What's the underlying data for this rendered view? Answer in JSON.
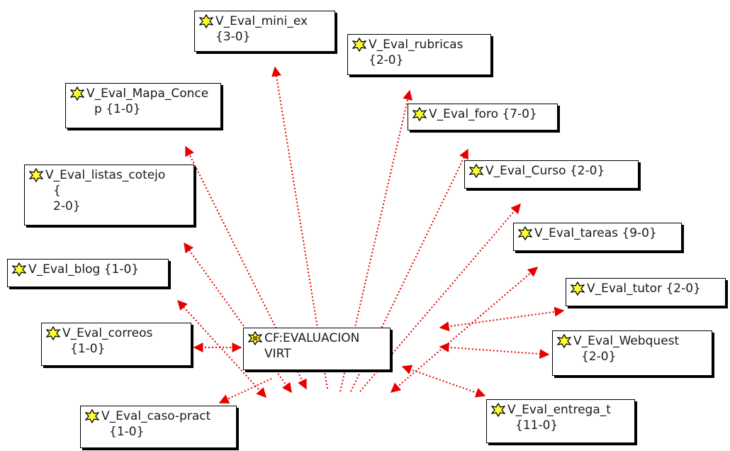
{
  "diagram": {
    "center": {
      "id": "center",
      "line1": "CF:EVALUACION",
      "line2": "VIRT",
      "icon": "cf-node-icon"
    },
    "nodes": [
      {
        "id": "mini_ex",
        "line1": "V_Eval_mini_ex",
        "line2": "{3-0}",
        "icon": "view-node-icon"
      },
      {
        "id": "rubricas",
        "line1": "V_Eval_rubricas",
        "line2": "{2-0}",
        "icon": "view-node-icon"
      },
      {
        "id": "mapa",
        "line1": "V_Eval_Mapa_Conce",
        "line2": "p {1-0}",
        "icon": "view-node-icon"
      },
      {
        "id": "foro",
        "line1": "V_Eval_foro {7-0}",
        "line2": "",
        "icon": "view-node-icon"
      },
      {
        "id": "curso",
        "line1": "V_Eval_Curso {2-0}",
        "line2": "",
        "icon": "view-node-icon"
      },
      {
        "id": "listas",
        "line1": "V_Eval_listas_cotejo",
        "line2": "{\n2-0}",
        "icon": "view-node-icon"
      },
      {
        "id": "tareas",
        "line1": "V_Eval_tareas {9-0}",
        "line2": "",
        "icon": "view-node-icon"
      },
      {
        "id": "blog",
        "line1": "V_Eval_blog {1-0}",
        "line2": "",
        "icon": "view-node-icon"
      },
      {
        "id": "tutor",
        "line1": "V_Eval_tutor {2-0}",
        "line2": "",
        "icon": "view-node-icon"
      },
      {
        "id": "correos",
        "line1": "V_Eval_correos",
        "line2": "{1-0}",
        "icon": "view-node-icon"
      },
      {
        "id": "webquest",
        "line1": "V_Eval_Webquest",
        "line2": "{2-0}",
        "icon": "view-node-icon"
      },
      {
        "id": "caso",
        "line1": "V_Eval_caso-pract",
        "line2": "{1-0}",
        "icon": "view-node-icon"
      },
      {
        "id": "entrega",
        "line1": "V_Eval_entrega_t",
        "line2": "{11-0}",
        "icon": "view-node-icon"
      }
    ],
    "links": [
      {
        "from": "center",
        "to": "mini_ex",
        "style": "dotted",
        "arrows": "single"
      },
      {
        "from": "center",
        "to": "rubricas",
        "style": "dotted",
        "arrows": "single"
      },
      {
        "from": "center",
        "to": "mapa",
        "style": "dotted",
        "arrows": "double"
      },
      {
        "from": "center",
        "to": "foro",
        "style": "dotted",
        "arrows": "single"
      },
      {
        "from": "center",
        "to": "curso",
        "style": "dotted",
        "arrows": "single"
      },
      {
        "from": "center",
        "to": "listas",
        "style": "dotted",
        "arrows": "double"
      },
      {
        "from": "center",
        "to": "tareas",
        "style": "dotted",
        "arrows": "double"
      },
      {
        "from": "center",
        "to": "blog",
        "style": "dotted",
        "arrows": "double"
      },
      {
        "from": "center",
        "to": "tutor",
        "style": "dotted",
        "arrows": "double"
      },
      {
        "from": "center",
        "to": "correos",
        "style": "dotted",
        "arrows": "double"
      },
      {
        "from": "center",
        "to": "webquest",
        "style": "dotted",
        "arrows": "double"
      },
      {
        "from": "center",
        "to": "caso",
        "style": "dotted",
        "arrows": "single"
      },
      {
        "from": "center",
        "to": "entrega",
        "style": "dotted",
        "arrows": "double"
      }
    ],
    "colors": {
      "link": "#e60000",
      "node_border": "#000000",
      "icon_fill": "#ffff33",
      "icon_outline": "#000000"
    }
  }
}
